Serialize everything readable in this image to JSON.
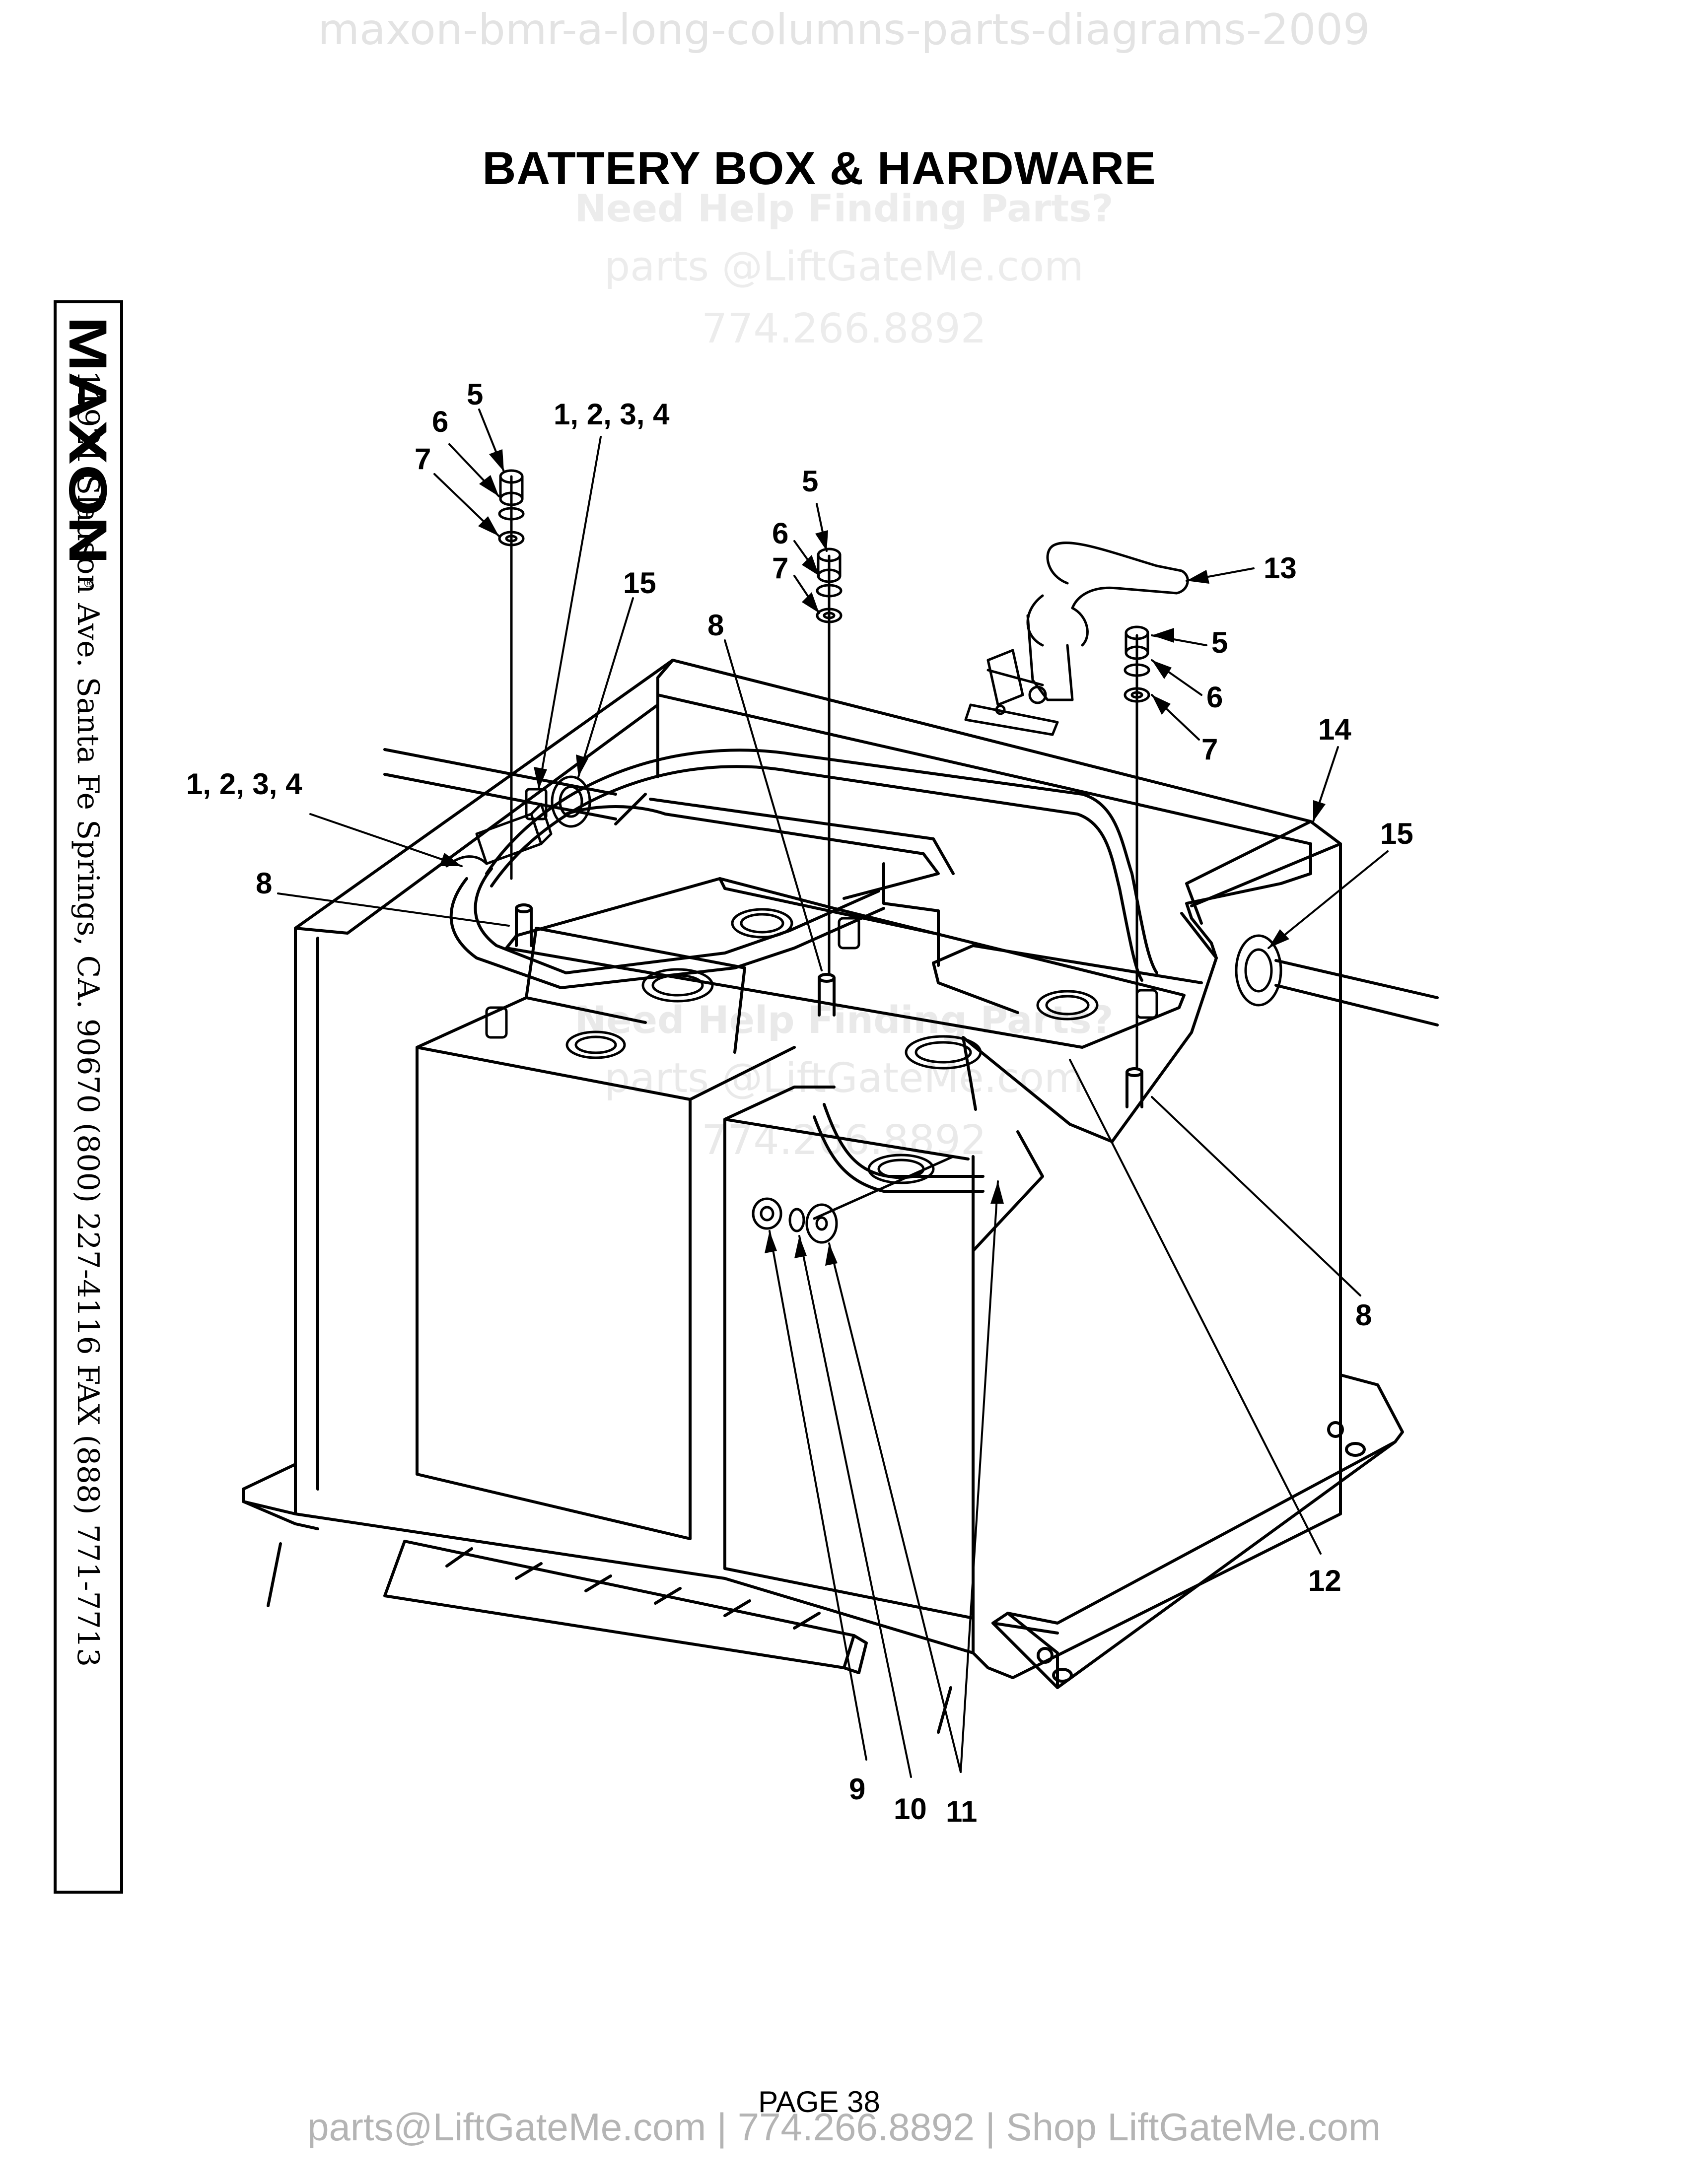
{
  "watermark_top": "maxon-bmr-a-long-columns-parts-diagrams-2009",
  "watermark_help": "Need Help Finding Parts?",
  "watermark_email": "parts @LiftGateMe.com",
  "watermark_phone": "774.266.8892",
  "title": "BATTERY BOX & HARDWARE",
  "brand": "MAXON",
  "brand_mark": "®",
  "address": "11921 Slauson Ave.  Santa Fe Springs, CA.  90670  (800) 227-4116  FAX (888) 771-7713",
  "callouts": {
    "c1234_top": "1, 2, 3, 4",
    "c1234_left": "1, 2, 3, 4",
    "c5a": "5",
    "c6a": "6",
    "c7a": "7",
    "c5b": "5",
    "c6b": "6",
    "c7b": "7",
    "c5c": "5",
    "c6c": "6",
    "c7c": "7",
    "c8a": "8",
    "c8b": "8",
    "c8c": "8",
    "c9": "9",
    "c10": "10",
    "c11": "11",
    "c12": "12",
    "c13": "13",
    "c14": "14",
    "c15a": "15",
    "c15b": "15"
  },
  "page_number": "PAGE 38",
  "footer": "parts@LiftGateMe.com | 774.266.8892 | Shop LiftGateMe.com"
}
